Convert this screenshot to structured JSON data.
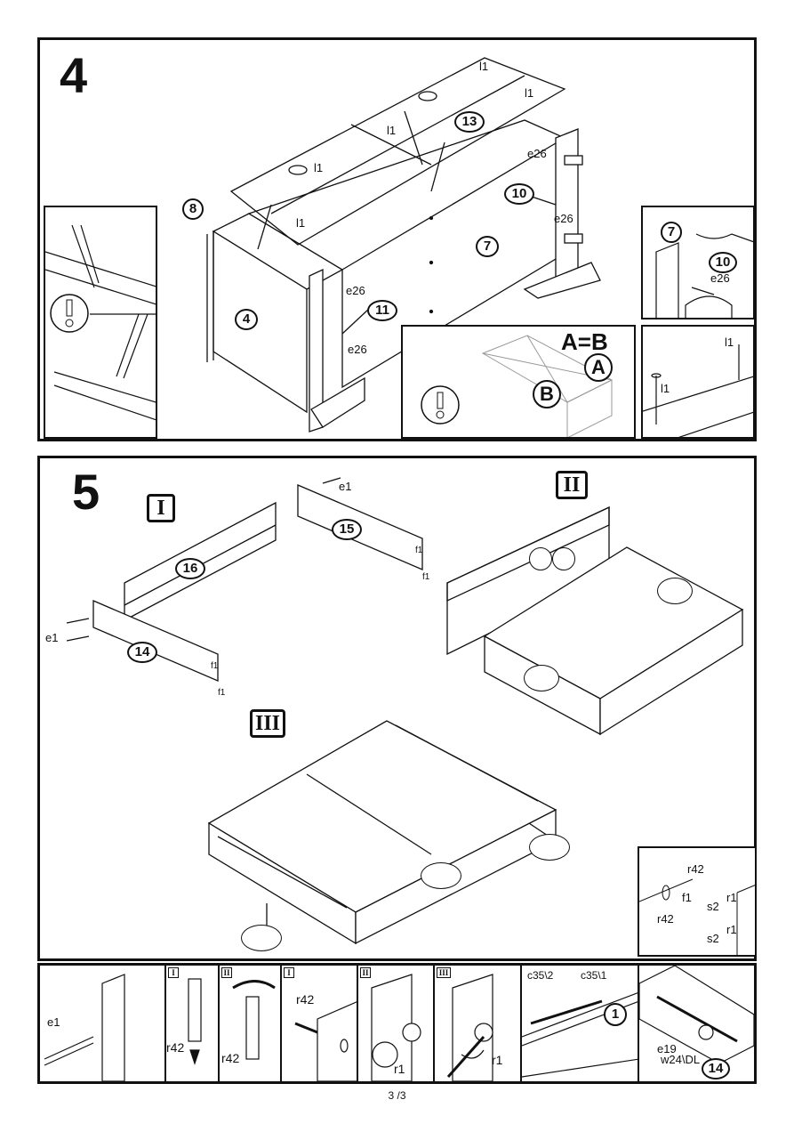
{
  "step4": {
    "number": "4",
    "parts": {
      "p8": "8",
      "p13": "13",
      "p10": "10",
      "p7": "7",
      "p4": "4",
      "p11": "11"
    },
    "hardware": {
      "l1_a": "l1",
      "l1_b": "l1",
      "l1_c": "l1",
      "l1_d": "l1",
      "l1_e": "l1",
      "e26_a": "e26",
      "e26_b": "e26",
      "e26_c": "e26",
      "e26_d": "e26"
    },
    "detail_7_10": {
      "p7": "7",
      "p10": "10",
      "e26": "e26"
    },
    "detail_ab": {
      "title": "A=B",
      "a": "A",
      "b": "B"
    },
    "detail_nail": {
      "l1_a": "l1",
      "l1_b": "l1"
    }
  },
  "step5": {
    "number": "5",
    "sub_I": "I",
    "sub_II": "II",
    "sub_III": "III",
    "parts": {
      "p15": "15",
      "p16": "16",
      "p14": "14"
    },
    "hardware": {
      "e1_a": "e1",
      "e1_b": "e1",
      "f1_a": "f1",
      "f1_b": "f1",
      "f1_c": "f1",
      "f1_d": "f1"
    },
    "detail_inset": {
      "r42_a": "r42",
      "r42_b": "r42",
      "f1": "f1",
      "s2_a": "s2",
      "s2_b": "s2",
      "r1_a": "r1",
      "r1_b": "r1"
    }
  },
  "bottom_strip": {
    "e1": "e1",
    "i1": "I",
    "ii1": "II",
    "i2": "I",
    "ii2": "II",
    "iii": "III",
    "r42_a": "r42",
    "r42_b": "r42",
    "r42_c": "r42",
    "r1_a": "r1",
    "r1_b": "r1",
    "c35_2": "c35\\2",
    "c35_1": "c35\\1",
    "p1": "1",
    "e19": "e19",
    "w24": "w24\\DL",
    "p14": "14"
  },
  "footer": {
    "page": "3 /3"
  }
}
